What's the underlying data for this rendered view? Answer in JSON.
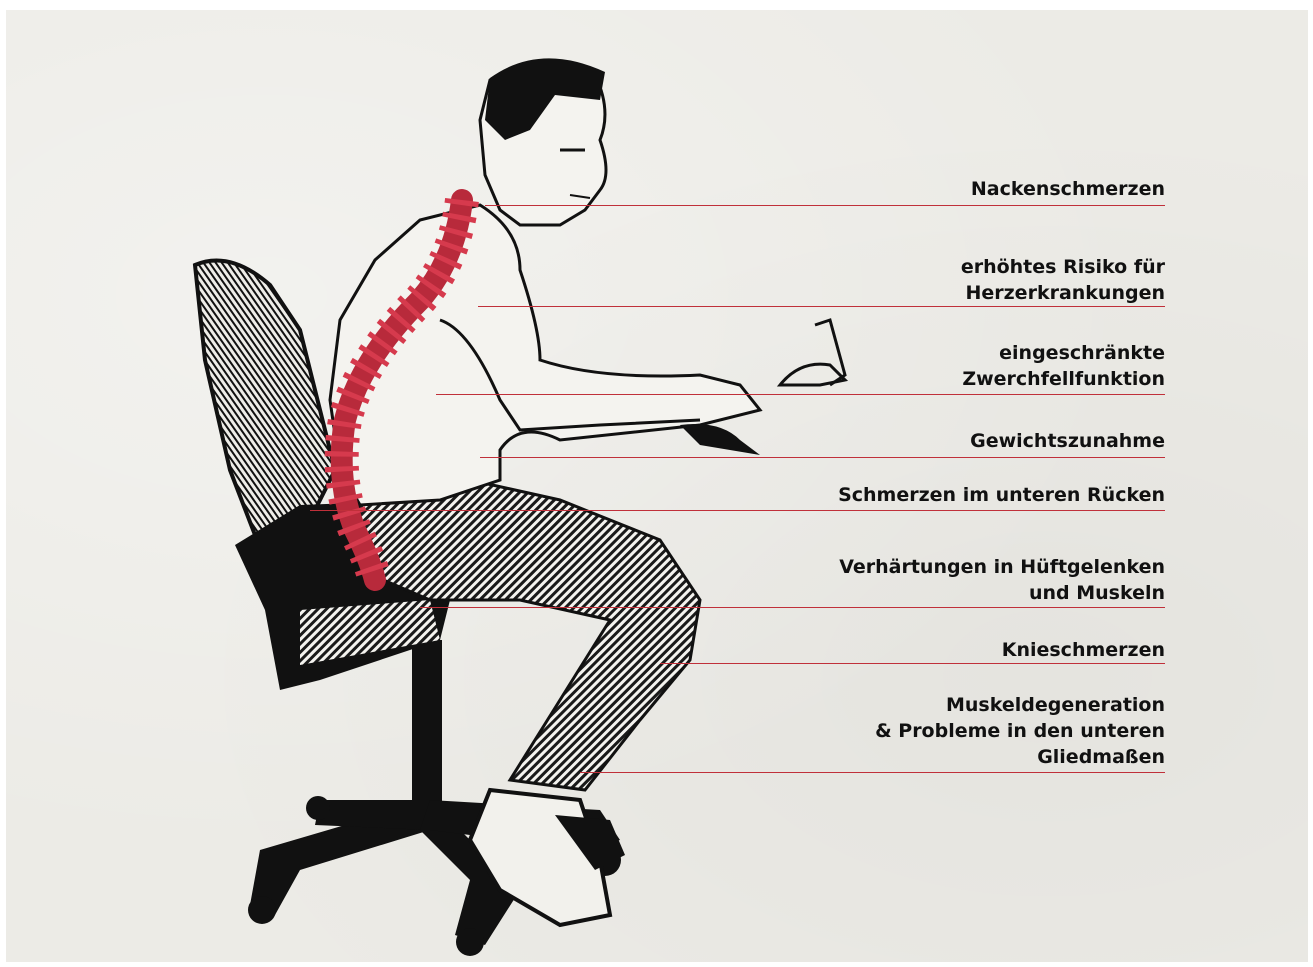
{
  "colors": {
    "background": "#ecebe6",
    "accent": "#c0303a",
    "ink": "#111111"
  },
  "annotations": [
    {
      "id": "neck",
      "text": "Nackenschmerzen"
    },
    {
      "id": "heart",
      "text": "erhöhtes Risiko für\nHerzerkrankungen"
    },
    {
      "id": "diaphragm",
      "text": "eingeschränkte\nZwerchfellfunktion"
    },
    {
      "id": "weight",
      "text": "Gewichtszunahme"
    },
    {
      "id": "lower-back",
      "text": "Schmerzen im unteren Rücken"
    },
    {
      "id": "hip",
      "text": "Verhärtungen in Hüftgelenken\nund Muskeln"
    },
    {
      "id": "knee",
      "text": "Knieschmerzen"
    },
    {
      "id": "muscle",
      "text": "Muskeldegeneration\n& Probleme in den unteren\nGliedmaßen"
    }
  ]
}
